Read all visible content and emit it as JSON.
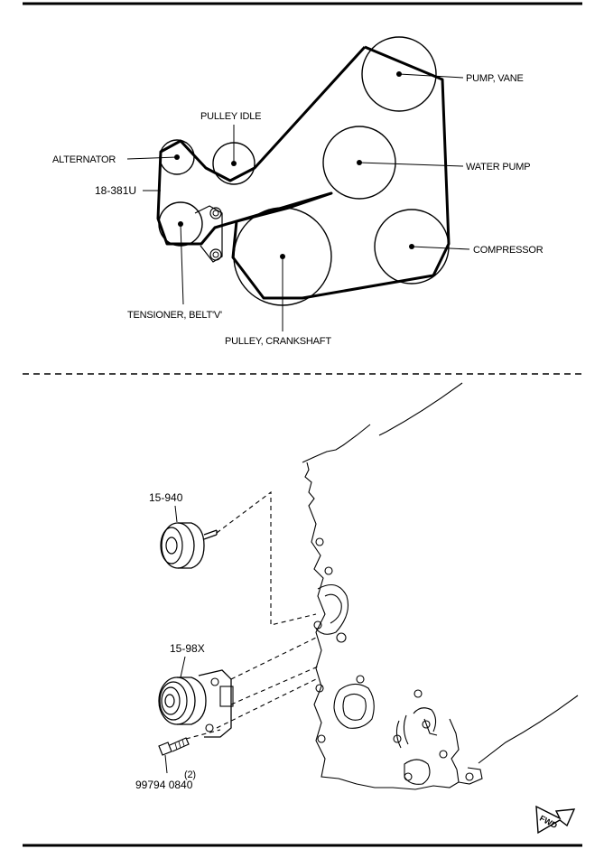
{
  "belt_diagram": {
    "labels": {
      "pump_vane": "PUMP, VANE",
      "pulley_idle": "PULLEY IDLE",
      "alternator": "ALTERNATOR",
      "water_pump": "WATER PUMP",
      "belt_part": "18-381U",
      "compressor": "COMPRESSOR",
      "tensioner": "TENSIONER, BELT'V'",
      "crankshaft": "PULLEY, CRANKSHAFT"
    }
  },
  "exploded_view": {
    "idler_part": "15-940",
    "tensioner_part": "15-98X",
    "bolt_part": "99794 0840",
    "bolt_qty": "(2)",
    "fwd_label": "FWD"
  }
}
